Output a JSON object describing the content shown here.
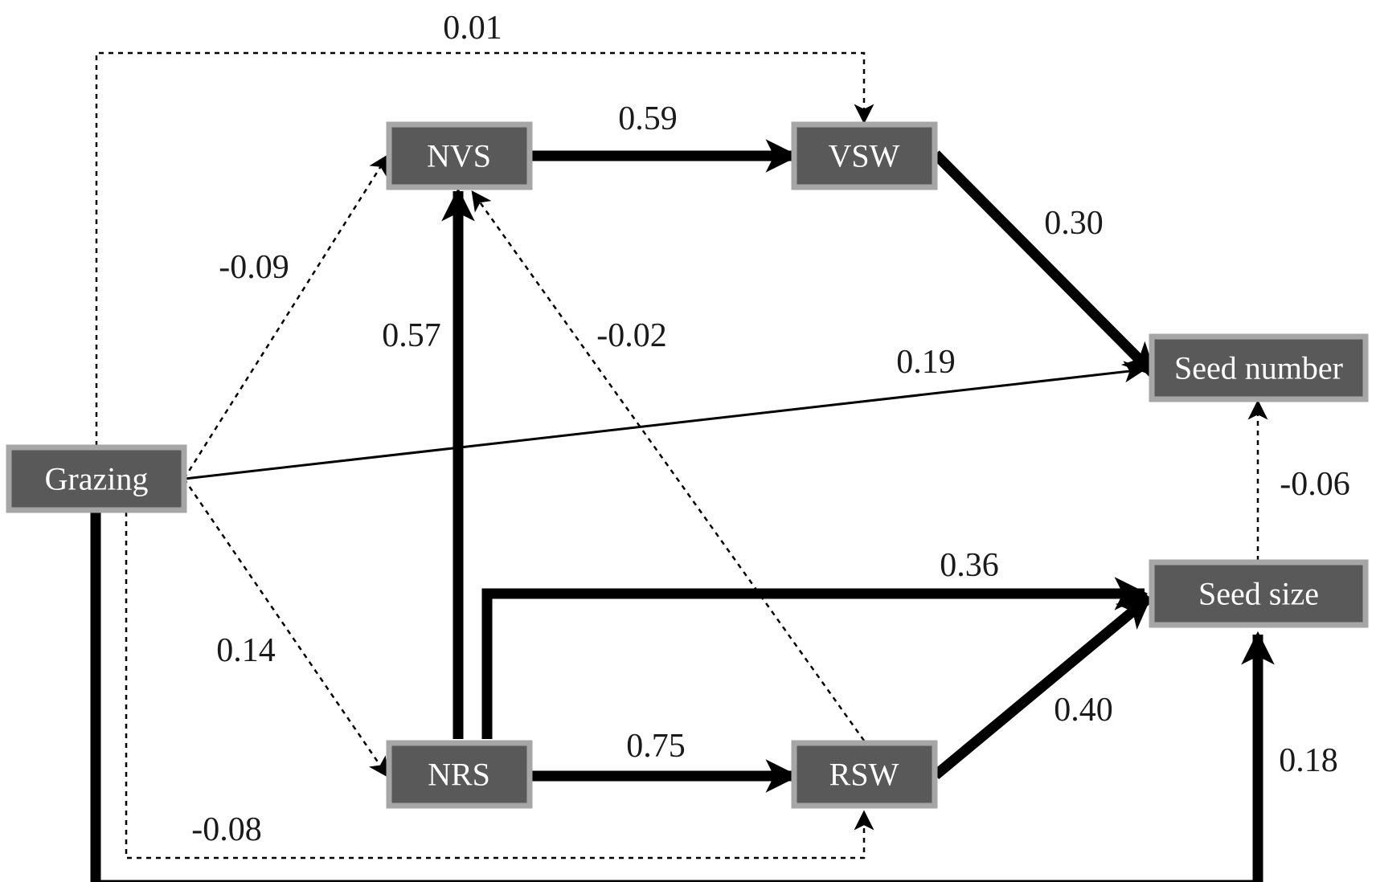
{
  "nodes": {
    "grazing": "Grazing",
    "nvs": "NVS",
    "vsw": "VSW",
    "nrs": "NRS",
    "rsw": "RSW",
    "seed_number": "Seed number",
    "seed_size": "Seed size"
  },
  "paths": [
    {
      "from": "Grazing",
      "to": "VSW",
      "coefficient": "0.01",
      "style": "dashed"
    },
    {
      "from": "NVS",
      "to": "VSW",
      "coefficient": "0.59",
      "style": "thick"
    },
    {
      "from": "VSW",
      "to": "Seed number",
      "coefficient": "0.30",
      "style": "thick"
    },
    {
      "from": "Grazing",
      "to": "NVS",
      "coefficient": "-0.09",
      "style": "dashed"
    },
    {
      "from": "NRS",
      "to": "NVS",
      "coefficient": "0.57",
      "style": "thick"
    },
    {
      "from": "RSW",
      "to": "NVS",
      "coefficient": "-0.02",
      "style": "dashed"
    },
    {
      "from": "Grazing",
      "to": "Seed number",
      "coefficient": "0.19",
      "style": "thin"
    },
    {
      "from": "Seed size",
      "to": "Seed number",
      "coefficient": "-0.06",
      "style": "dashed"
    },
    {
      "from": "NRS",
      "to": "Seed size",
      "coefficient": "0.36",
      "style": "thick"
    },
    {
      "from": "Grazing",
      "to": "NRS",
      "coefficient": "0.14",
      "style": "dashed"
    },
    {
      "from": "RSW",
      "to": "Seed size",
      "coefficient": "0.40",
      "style": "thick"
    },
    {
      "from": "NRS",
      "to": "RSW",
      "coefficient": "0.75",
      "style": "thick"
    },
    {
      "from": "Grazing",
      "to": "Seed size",
      "coefficient": "0.18",
      "style": "thick"
    },
    {
      "from": "Grazing",
      "to": "RSW",
      "coefficient": "-0.08",
      "style": "dashed"
    }
  ]
}
